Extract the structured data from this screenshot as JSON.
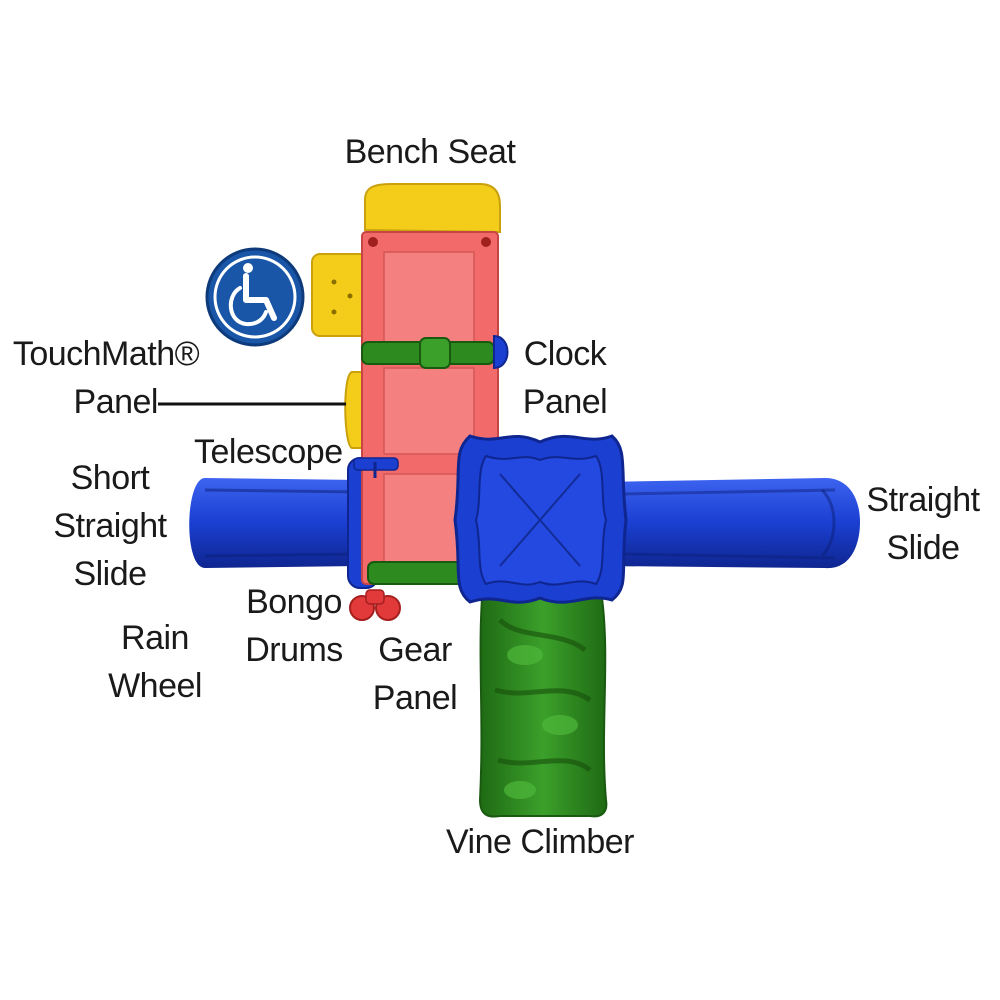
{
  "labels": {
    "bench_seat": "Bench Seat",
    "touchmath_1": "TouchMath®",
    "touchmath_2": "Panel",
    "clock_1": "Clock",
    "clock_2": "Panel",
    "telescope": "Telescope",
    "short_slide_1": "Short",
    "short_slide_2": "Straight",
    "short_slide_3": "Slide",
    "straight_slide_1": "Straight",
    "straight_slide_2": "Slide",
    "bongo_1": "Bongo",
    "bongo_2": "Drums",
    "rain_wheel_1": "Rain",
    "rain_wheel_2": "Wheel",
    "gear_1": "Gear",
    "gear_2": "Panel",
    "vine_climber": "Vine Climber"
  },
  "icons": {
    "accessibility": "wheelchair-accessibility-icon"
  },
  "colors": {
    "blue": "#1a3fd1",
    "dark_blue": "#102a9a",
    "yellow": "#f4cd1a",
    "red_deck": "#f26a6a",
    "green": "#2c8a1e",
    "dark_green": "#1f6a14",
    "bongo_red": "#e23a3a",
    "badge_blue": "#1956a8"
  }
}
